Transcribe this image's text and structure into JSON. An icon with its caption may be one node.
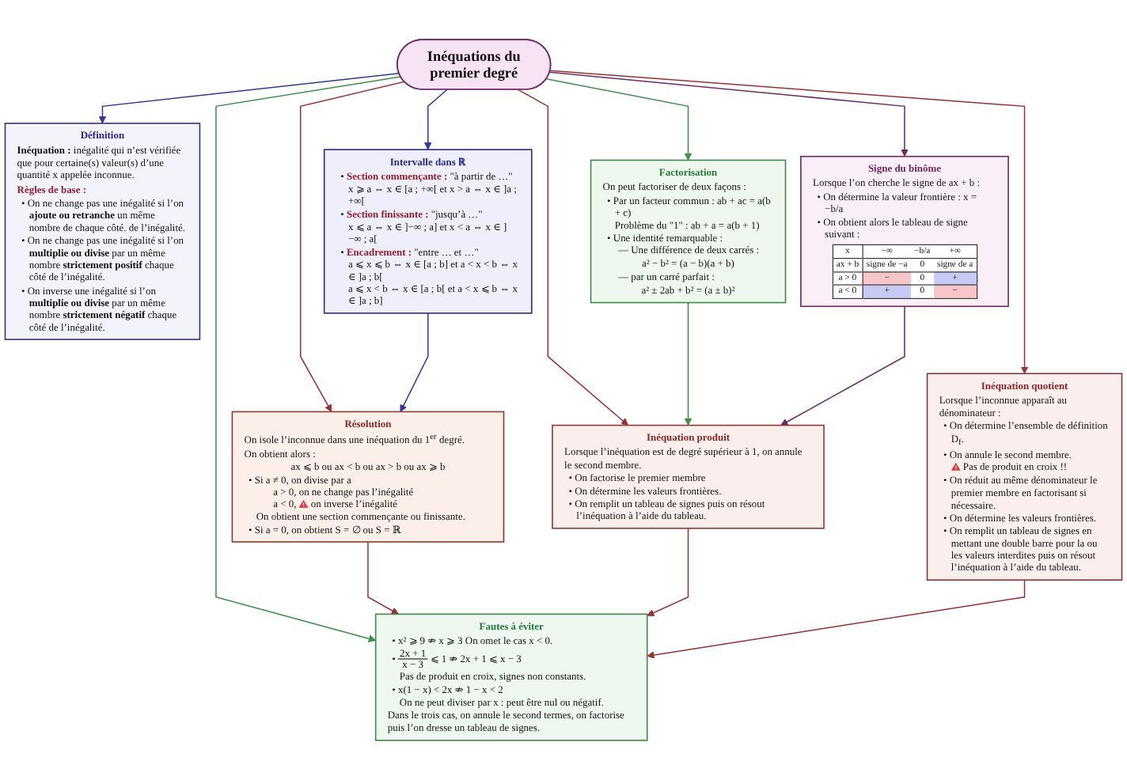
{
  "diagram": {
    "nodes": [
      {
        "text": [
          "Définition",
          "**Inéquation :** inégalité qui n’est vérifiée que pour certaine(s) valeur(s) d’une quantité x appelée inconnue.",
          "Règles de base :",
          "• On ne change pas une inégalité si l’on **ajoute ou retranche** un même nombre de chaque côté. de l’inégalité.",
          "• On ne change pas une inégalité si l’on **multiplie ou divise** par un même nombre **strictement positif** chaque côté de l’inégalité.",
          "• On inverse une inégalité si l’on **multiplie ou divise** par un même nombre **strictement négatif** chaque côté de l’inégalité."
        ]
      },
      {
        "text": [
          "Factorisation",
          "On peut factoriser de deux façons :",
          "• Par un facteur commun : ab + ac = a(b + c)",
          "Problème du \"1\" : ab + a = a(b + 1)",
          "• Une identité remarquable :",
          "— Une différence de deux carrés :",
          "a² − b² = (a − b)(a + b)",
          "— par un carré parfait :",
          "a² ± 2ab + b² = (a ± b)²"
        ]
      },
      {
        "text": [
          "Signe du binôme",
          "Lorsque l’on cherche le signe de ax + b :",
          "• On détermine la valeur frontière : x = −b/a",
          "• On obtient alors le tableau de signe suivant :"
        ]
      },
      {
        "text": [
          "Intervalle dans ℝ",
          "• **Section commençante :** \"à partir de …\"",
          "x ⩾ a ⇔ x ∈ [a ; +∞[ et x > a ⇔ x ∈ ]a ; +∞[",
          "• **Section finissante :** \"jusqu’à …\"",
          "x ⩽ a ⇔ x ∈ ]−∞ ; a] et x < a ⇔ x ∈ ]−∞ ; a[",
          "• **Encadrement :** \"entre … et …\"",
          "a ⩽ x ⩽ b ⇔ x ∈ [a ; b] et a < x < b ⇔ x ∈ ]a ; b[",
          "a ⩽ x < b ⇔ x ∈ [a ; b[ et a < x ⩽ b ⇔ x ∈ ]a ; b]"
        ]
      },
      {
        "text": [
          "Inéquations du premier degré"
        ]
      },
      {
        "text": [
          "Inéquation produit",
          "Lorsque l’inéquation est de degré supérieur à 1, on annule le second membre.",
          "• On factorise le premier membre",
          "• On détermine les valeurs frontières.",
          "• On remplit un tableau de signes puis on résout l’inéquation à l’aide du tableau."
        ]
      },
      {
        "text": [
          "Résolution",
          "On isole l’inconnue dans une inéquation du 1$^{er}$ degré.",
          "On obtient alors :",
          "ax ⩽ b ou ax < b ou ax > b ou ax ⩾ b",
          "• Si a ≠ 0, on divise par a",
          "a > 0, on ne change pas l’inégalité",
          "a < 0,",
          "on inverse l’inégalité",
          "On obtient une section commençante ou finissante.",
          "• Si a = 0, on obtient S = ∅ ou S = ℝ"
        ]
      },
      {
        "text": [
          "Fautes à éviter",
          "• x² ⩾ 9 ⇏ x ⩾ 3 On omet le cas x < 0.",
          "•",
          "2x + 1",
          "x − 3",
          "⩽ 1 ⇏ 2x + 1 ⩽ x − 3",
          "Pas de produit en croix, signes non constants.",
          "• x(1 − x) < 2x ⇏ 1 − x < 2",
          "On ne peut diviser par x : peut être nul ou négatif.",
          "Dans le trois cas, on annule le second termes, on factorise puis l’on dresse un tableau de signes."
        ]
      },
      {
        "text": [
          "Inéquation quotient",
          "Lorsque l’inconnue apparaît au dénominateur :",
          "• On détermine l’ensemble de définition D$_{f}$.",
          "• On annule le second membre.",
          "Pas de produit en croix !!",
          "• On réduit au même dénominateur le premier membre en factorisant si nécessaire.",
          "• On détermine les valeurs frontières.",
          "• On remplit un tableau de signes en mettant une double barre pour la ou les valeurs interdites puis on résout l’inéquation à l’aide du tableau."
        ]
      }
    ],
    "edges": [
      {
        "from": 4,
        "to": 0,
        "arrow": "to",
        "color": "#2d3a96"
      },
      {
        "from": 4,
        "to": 1,
        "arrow": "to",
        "color": "#3a8f45"
      },
      {
        "from": 4,
        "to": 2,
        "arrow": "to",
        "color": "#6e2a63"
      },
      {
        "from": 4,
        "to": 3,
        "arrow": "to",
        "color": "#2d3a96"
      },
      {
        "from": 4,
        "to": 5,
        "arrow": "to"
      },
      {
        "from": 4,
        "to": 6,
        "arrow": "to"
      },
      {
        "from": 4,
        "to": 7,
        "arrow": "to",
        "color": "#3a8f45"
      },
      {
        "from": 4,
        "to": 8,
        "arrow": "to"
      },
      {
        "from": 1,
        "to": 5,
        "arrow": "to",
        "color": "#3a8f45"
      },
      {
        "from": 2,
        "to": 5,
        "arrow": "to",
        "color": "#6e2a63"
      },
      {
        "from": 3,
        "to": 6,
        "arrow": "to",
        "color": "#2d3a96"
      },
      {
        "from": 6,
        "to": 7,
        "arrow": "to"
      },
      {
        "from": 5,
        "to": 7,
        "arrow": "to"
      },
      {
        "from": 8,
        "to": 7,
        "arrow": "to"
      }
    ],
    "labels": [
      "x",
      "−∞",
      "−b/a",
      "+∞",
      "ax + b",
      "signe de −a",
      "0",
      "signe de a",
      "a > 0",
      "−",
      "0",
      "+",
      "a < 0",
      "+",
      "0",
      "−"
    ]
  }
}
